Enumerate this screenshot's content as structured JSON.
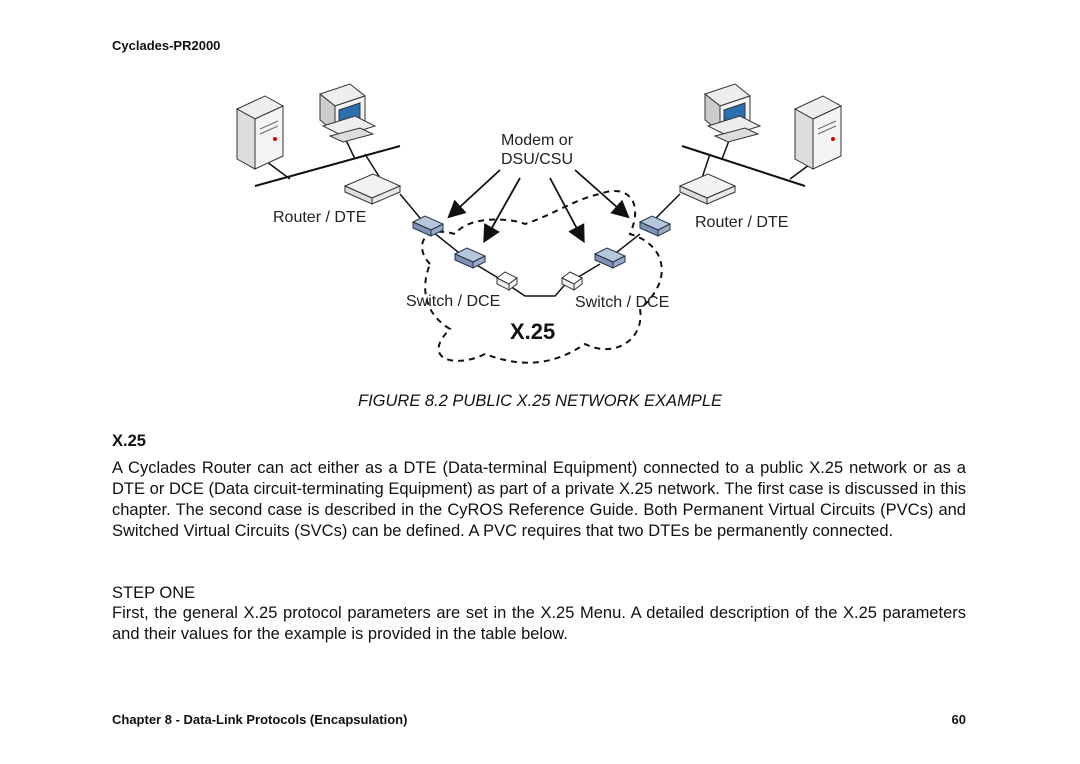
{
  "header": {
    "title": "Cyclades-PR2000"
  },
  "figure": {
    "modem_label_line1": "Modem or",
    "modem_label_line2": "DSU/CSU",
    "router_left_label": "Router / DTE",
    "router_right_label": "Router / DTE",
    "switch_left_label": "Switch / DCE",
    "switch_right_label": "Switch / DCE",
    "cloud_label": "X.25",
    "caption": "FIGURE 8.2  PUBLIC X.25 NETWORK EXAMPLE"
  },
  "body": {
    "section_title": "X.25",
    "paragraph1": "A Cyclades Router can act either as a DTE (Data-terminal Equipment) connected to a public X.25 network or as a DTE or DCE (Data circuit-terminating Equipment) as part of a private X.25 network.  The first case is discussed in this chapter.  The second case is described in the CyROS Reference Guide.  Both Permanent Virtual Circuits (PVCs) and Switched Virtual Circuits (SVCs) can be defined.  A PVC requires that two DTEs be permanently connected.",
    "step_title": "STEP ONE",
    "paragraph2": "First, the general X.25 protocol parameters are set in the X.25 Menu. A detailed description of the X.25 parameters and their values for the example is provided in the table below."
  },
  "footer": {
    "chapter": "Chapter 8 - Data-Link Protocols (Encapsulation)",
    "page_number": "60"
  }
}
